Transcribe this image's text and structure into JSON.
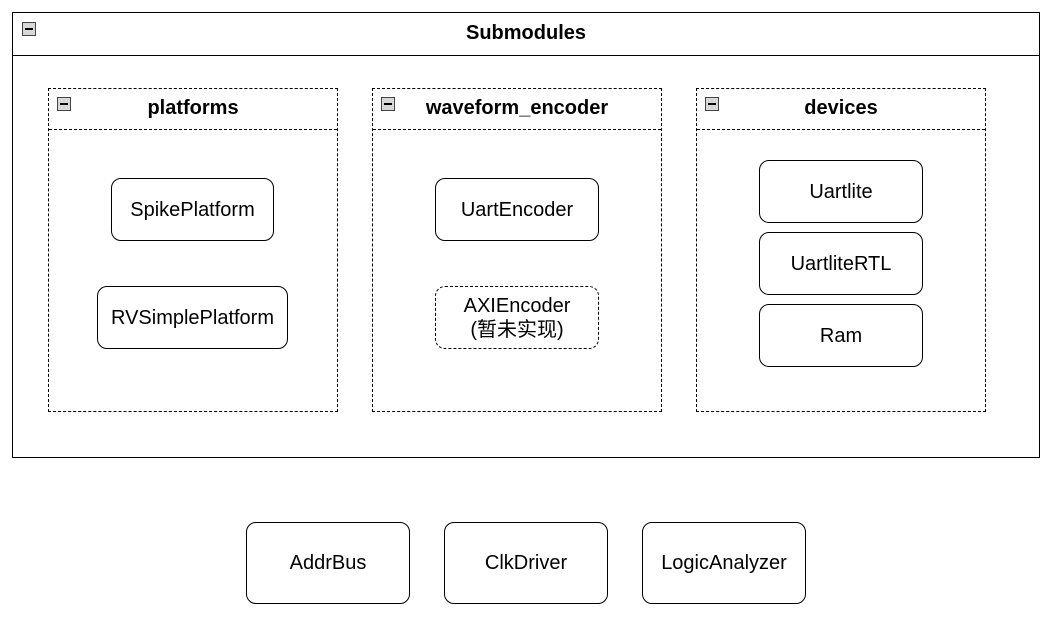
{
  "submodules": {
    "title": "Submodules",
    "groups": [
      {
        "title": "platforms",
        "items": [
          "SpikePlatform",
          "RVSimplePlatform"
        ]
      },
      {
        "title": "waveform_encoder",
        "items": [
          "UartEncoder"
        ],
        "pending_item": {
          "line1": "AXIEncoder",
          "line2": "(暂未实现)"
        }
      },
      {
        "title": "devices",
        "items": [
          "Uartlite",
          "UartliteRTL",
          "Ram"
        ]
      }
    ]
  },
  "standalone": [
    "AddrBus",
    "ClkDriver",
    "LogicAnalyzer"
  ]
}
